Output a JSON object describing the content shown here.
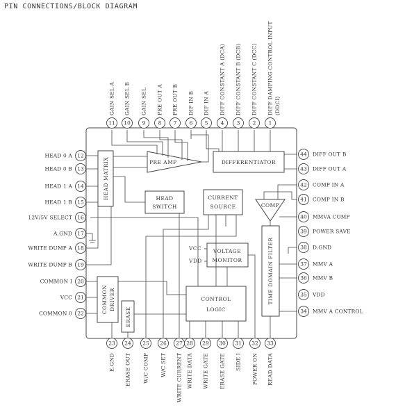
{
  "title": "PIN CONNECTIONS/BLOCK DIAGRAM",
  "pins_top": [
    {
      "num": "11",
      "label": "GAIN SEL A"
    },
    {
      "num": "10",
      "label": "GAIN SEL B"
    },
    {
      "num": "9",
      "label": "GAIN SEL"
    },
    {
      "num": "8",
      "label": "PRE OUT A"
    },
    {
      "num": "7",
      "label": "PRE OUT B"
    },
    {
      "num": "6",
      "label": "DIF IN B"
    },
    {
      "num": "5",
      "label": "DIF IN A"
    },
    {
      "num": "4",
      "label": "DIFF CONSTANT A (DCA)"
    },
    {
      "num": "3",
      "label": "DIFF CONSTANT B (DCB)"
    },
    {
      "num": "2",
      "label": "DIFF CONSTANT C (DCC)"
    },
    {
      "num": "1",
      "label": "DIFF DAMPING CONTROL INPUT",
      "label2": "(DDCI)"
    }
  ],
  "pins_left": [
    {
      "num": "12",
      "label": "HEAD 0 A"
    },
    {
      "num": "13",
      "label": "HEAD 0 B"
    },
    {
      "num": "14",
      "label": "HEAD 1 A"
    },
    {
      "num": "15",
      "label": "HEAD 1 B"
    },
    {
      "num": "16",
      "label": "12V/5V SELECT"
    },
    {
      "num": "17",
      "label": "A.GND"
    },
    {
      "num": "18",
      "label": "WRITE DUMP A"
    },
    {
      "num": "19",
      "label": "WRITE DUMP B"
    },
    {
      "num": "20",
      "label": "COMMON I"
    },
    {
      "num": "21",
      "label": "VCC"
    },
    {
      "num": "22",
      "label": "COMMON 0"
    }
  ],
  "pins_bottom": [
    {
      "num": "23",
      "label": "E.GND"
    },
    {
      "num": "24",
      "label": "ERASE OUT"
    },
    {
      "num": "25",
      "label": "W/C COMP"
    },
    {
      "num": "26",
      "label": "W/C SET"
    },
    {
      "num": "27",
      "label": "WRITE CURRENT"
    },
    {
      "num": "28",
      "label": "WRITE DATA"
    },
    {
      "num": "29",
      "label": "WRITE GATE"
    },
    {
      "num": "30",
      "label": "ERASE GATE"
    },
    {
      "num": "31",
      "label": "SIDE I"
    },
    {
      "num": "32",
      "label": "POWER ON"
    },
    {
      "num": "33",
      "label": "READ DATA"
    }
  ],
  "pins_right": [
    {
      "num": "44",
      "label": "DIFF OUT B"
    },
    {
      "num": "43",
      "label": "DIFF OUT A"
    },
    {
      "num": "42",
      "label": "COMP IN A"
    },
    {
      "num": "41",
      "label": "COMP IN B"
    },
    {
      "num": "40",
      "label": "MMVA COMP"
    },
    {
      "num": "39",
      "label": "POWER SAVE"
    },
    {
      "num": "38",
      "label": "D.GND"
    },
    {
      "num": "37",
      "label": "MMV A"
    },
    {
      "num": "36",
      "label": "MMV B"
    },
    {
      "num": "35",
      "label": "VDD"
    },
    {
      "num": "34",
      "label": "MMV A CONTROL"
    }
  ],
  "blocks": {
    "head_matrix": "HEAD MATRIX",
    "pre_amp": "PRE AMP",
    "differentiator": "DIFFERENTIATOR",
    "head_switch_1": "HEAD",
    "head_switch_2": "SWITCH",
    "current_source_1": "CURRENT",
    "current_source_2": "SOURCE",
    "comp": "COMP",
    "vcc": "VCC",
    "vdd": "VDD",
    "voltage_monitor_1": "VOLTAGE",
    "voltage_monitor_2": "MONITOR",
    "time_domain_filter": "TIME DOMAIN FILTER",
    "common_driver_1": "COMMON",
    "common_driver_2": "DRIVER",
    "erase": "ERASE",
    "control_logic_1": "CONTROL",
    "control_logic_2": "LOGIC"
  }
}
